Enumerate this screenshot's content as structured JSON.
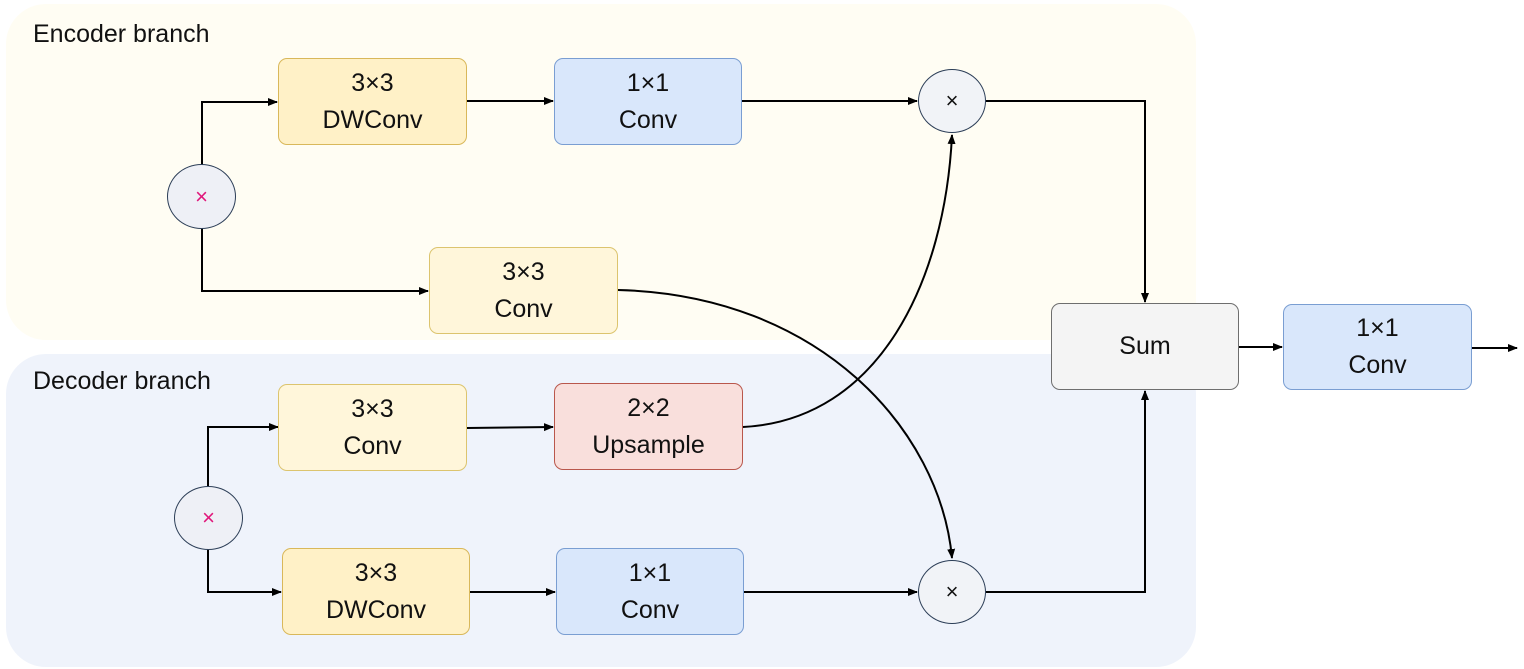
{
  "encoder": {
    "label": "Encoder branch",
    "split_op": "×",
    "dwconv": {
      "line1": "3×3",
      "line2": "DWConv"
    },
    "pwconv": {
      "line1": "1×1",
      "line2": "Conv"
    },
    "conv": {
      "line1": "3×3",
      "line2": "Conv"
    },
    "mul_op": "×"
  },
  "decoder": {
    "label": "Decoder branch",
    "split_op": "×",
    "conv": {
      "line1": "3×3",
      "line2": "Conv"
    },
    "upsample": {
      "line1": "2×2",
      "line2": "Upsample"
    },
    "dwconv": {
      "line1": "3×3",
      "line2": "DWConv"
    },
    "pwconv": {
      "line1": "1×1",
      "line2": "Conv"
    },
    "mul_op": "×"
  },
  "sum": {
    "label": "Sum"
  },
  "output_conv": {
    "line1": "1×1",
    "line2": "Conv"
  },
  "colors": {
    "encoder_bg": "#fffdf3",
    "decoder_bg": "#eff3fb",
    "dwconv_fill": "#fff1c7",
    "conv3x3_fill": "#fff6da",
    "conv1x1_fill": "#d9e7fb",
    "upsample_fill": "#f9dfdc",
    "sum_fill": "#f4f4f4",
    "split_symbol": "#e0167a"
  }
}
